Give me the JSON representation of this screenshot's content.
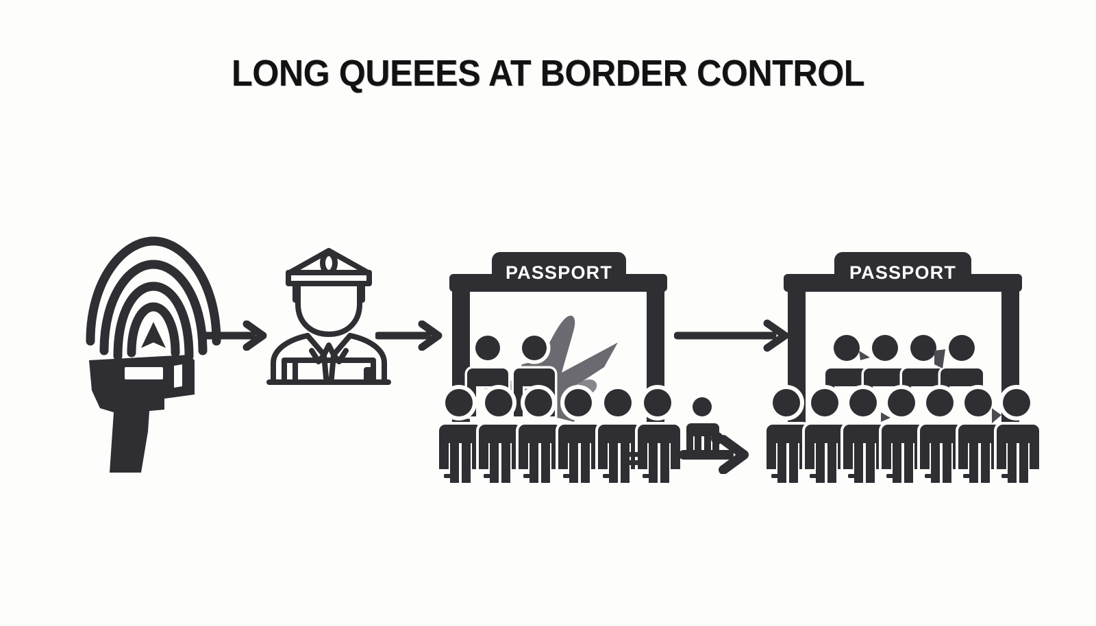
{
  "page": {
    "title": "LONG QUEEES AT BORDER CONTROL",
    "background_color": "#fdfdfb",
    "ink_color": "#2e2e33",
    "accent_color": "#1b1b1f"
  },
  "flow": {
    "steps": [
      {
        "id": "screening",
        "icon_name": "fingerprint-thermal-scanner-icon",
        "label": "Fingerprint thermal scanner"
      },
      {
        "id": "officer",
        "icon_name": "border-officer-icon",
        "label": "Border control officer at desk"
      },
      {
        "id": "gate-one",
        "icon_name": "passport-gate-icon",
        "label": "Passport gate with waiting crowd",
        "sign_text": "PASSPORT"
      },
      {
        "id": "gate-two",
        "icon_name": "passport-gate-icon",
        "label": "Passport gate with larger crowd",
        "sign_text": "PASSPORT"
      }
    ],
    "arrows": [
      {
        "id": "arrow-1",
        "label": "scanner to officer"
      },
      {
        "id": "arrow-2",
        "label": "officer to first gate"
      },
      {
        "id": "arrow-3",
        "label": "first gate to second gate"
      },
      {
        "id": "arrow-4",
        "label": "child with luggage moving right"
      }
    ]
  },
  "gate_one": {
    "sign_text": "PASSPORT",
    "back_row_people": 2,
    "front_row_people": 6,
    "has_airplane": true,
    "has_luggage": true
  },
  "gate_two": {
    "sign_text": "PASSPORT",
    "back_row_people": 4,
    "front_row_people": 7,
    "has_airplane": false,
    "has_luggage": true
  },
  "extras": {
    "child_figure_label": "Child traveller with suitcase"
  }
}
